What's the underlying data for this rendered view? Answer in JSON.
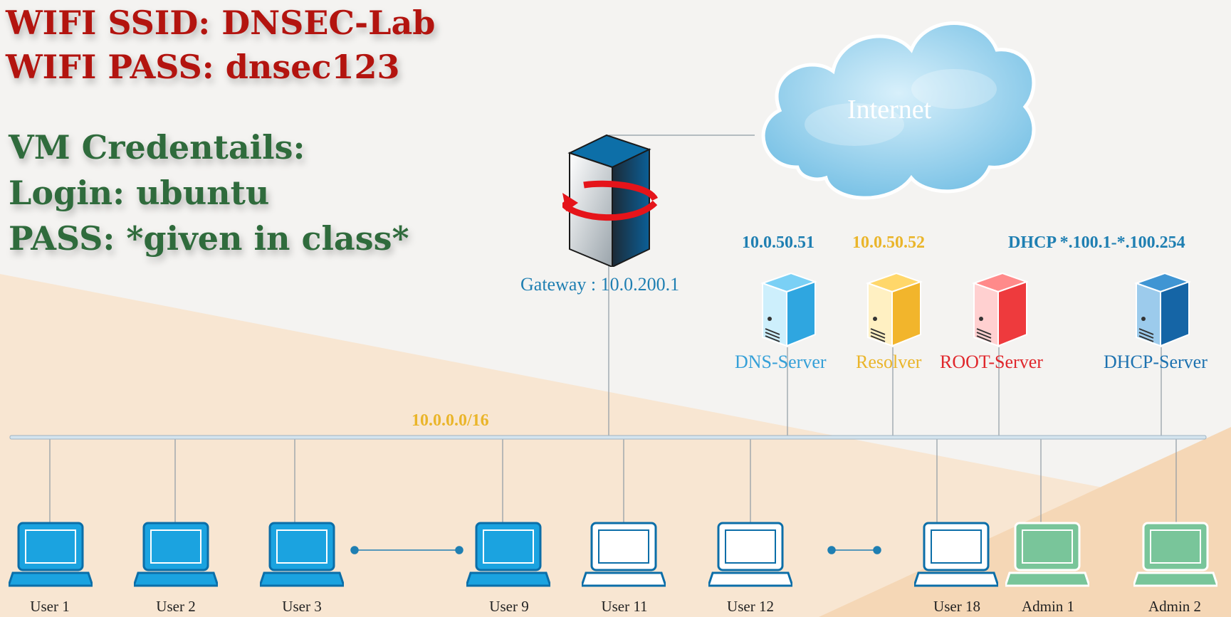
{
  "header": {
    "wifi_ssid": "WIFI SSID: DNSEC-Lab",
    "wifi_pass": "WIFI PASS: dnsec123"
  },
  "credentials": {
    "title": "VM Credentails:",
    "login": "Login: ubuntu",
    "pass": "PASS: *given in class*"
  },
  "cloud": {
    "label": "Internet"
  },
  "gateway": {
    "label": "Gateway : 10.0.200.1"
  },
  "network": {
    "subnet": "10.0.0.0/16"
  },
  "servers": [
    {
      "ip": "10.0.50.51",
      "label": "DNS-Server",
      "color": "#35a0d8"
    },
    {
      "ip": "10.0.50.52",
      "label": "Resolver",
      "color": "#eab52a"
    },
    {
      "ip": "",
      "label": "ROOT-Server",
      "color": "#e0272c"
    },
    {
      "ip": "DHCP *.100.1-*.100.254",
      "label": "DHCP-Server",
      "color": "#1d72b0"
    }
  ],
  "clients": [
    {
      "label": "User 1",
      "style": "filled-blue"
    },
    {
      "label": "User 2",
      "style": "filled-blue"
    },
    {
      "label": "User 3",
      "style": "filled-blue"
    },
    {
      "label": "User 9",
      "style": "filled-blue"
    },
    {
      "label": "User 11",
      "style": "outline-blue"
    },
    {
      "label": "User 12",
      "style": "outline-blue"
    },
    {
      "label": "User 18",
      "style": "outline-blue"
    },
    {
      "label": "Admin 1",
      "style": "filled-green"
    },
    {
      "label": "Admin 2",
      "style": "filled-green"
    }
  ],
  "icons": {
    "cloud": "cloud-icon",
    "gateway": "router-server-icon",
    "server": "server-tower-icon",
    "client": "laptop-icon"
  }
}
